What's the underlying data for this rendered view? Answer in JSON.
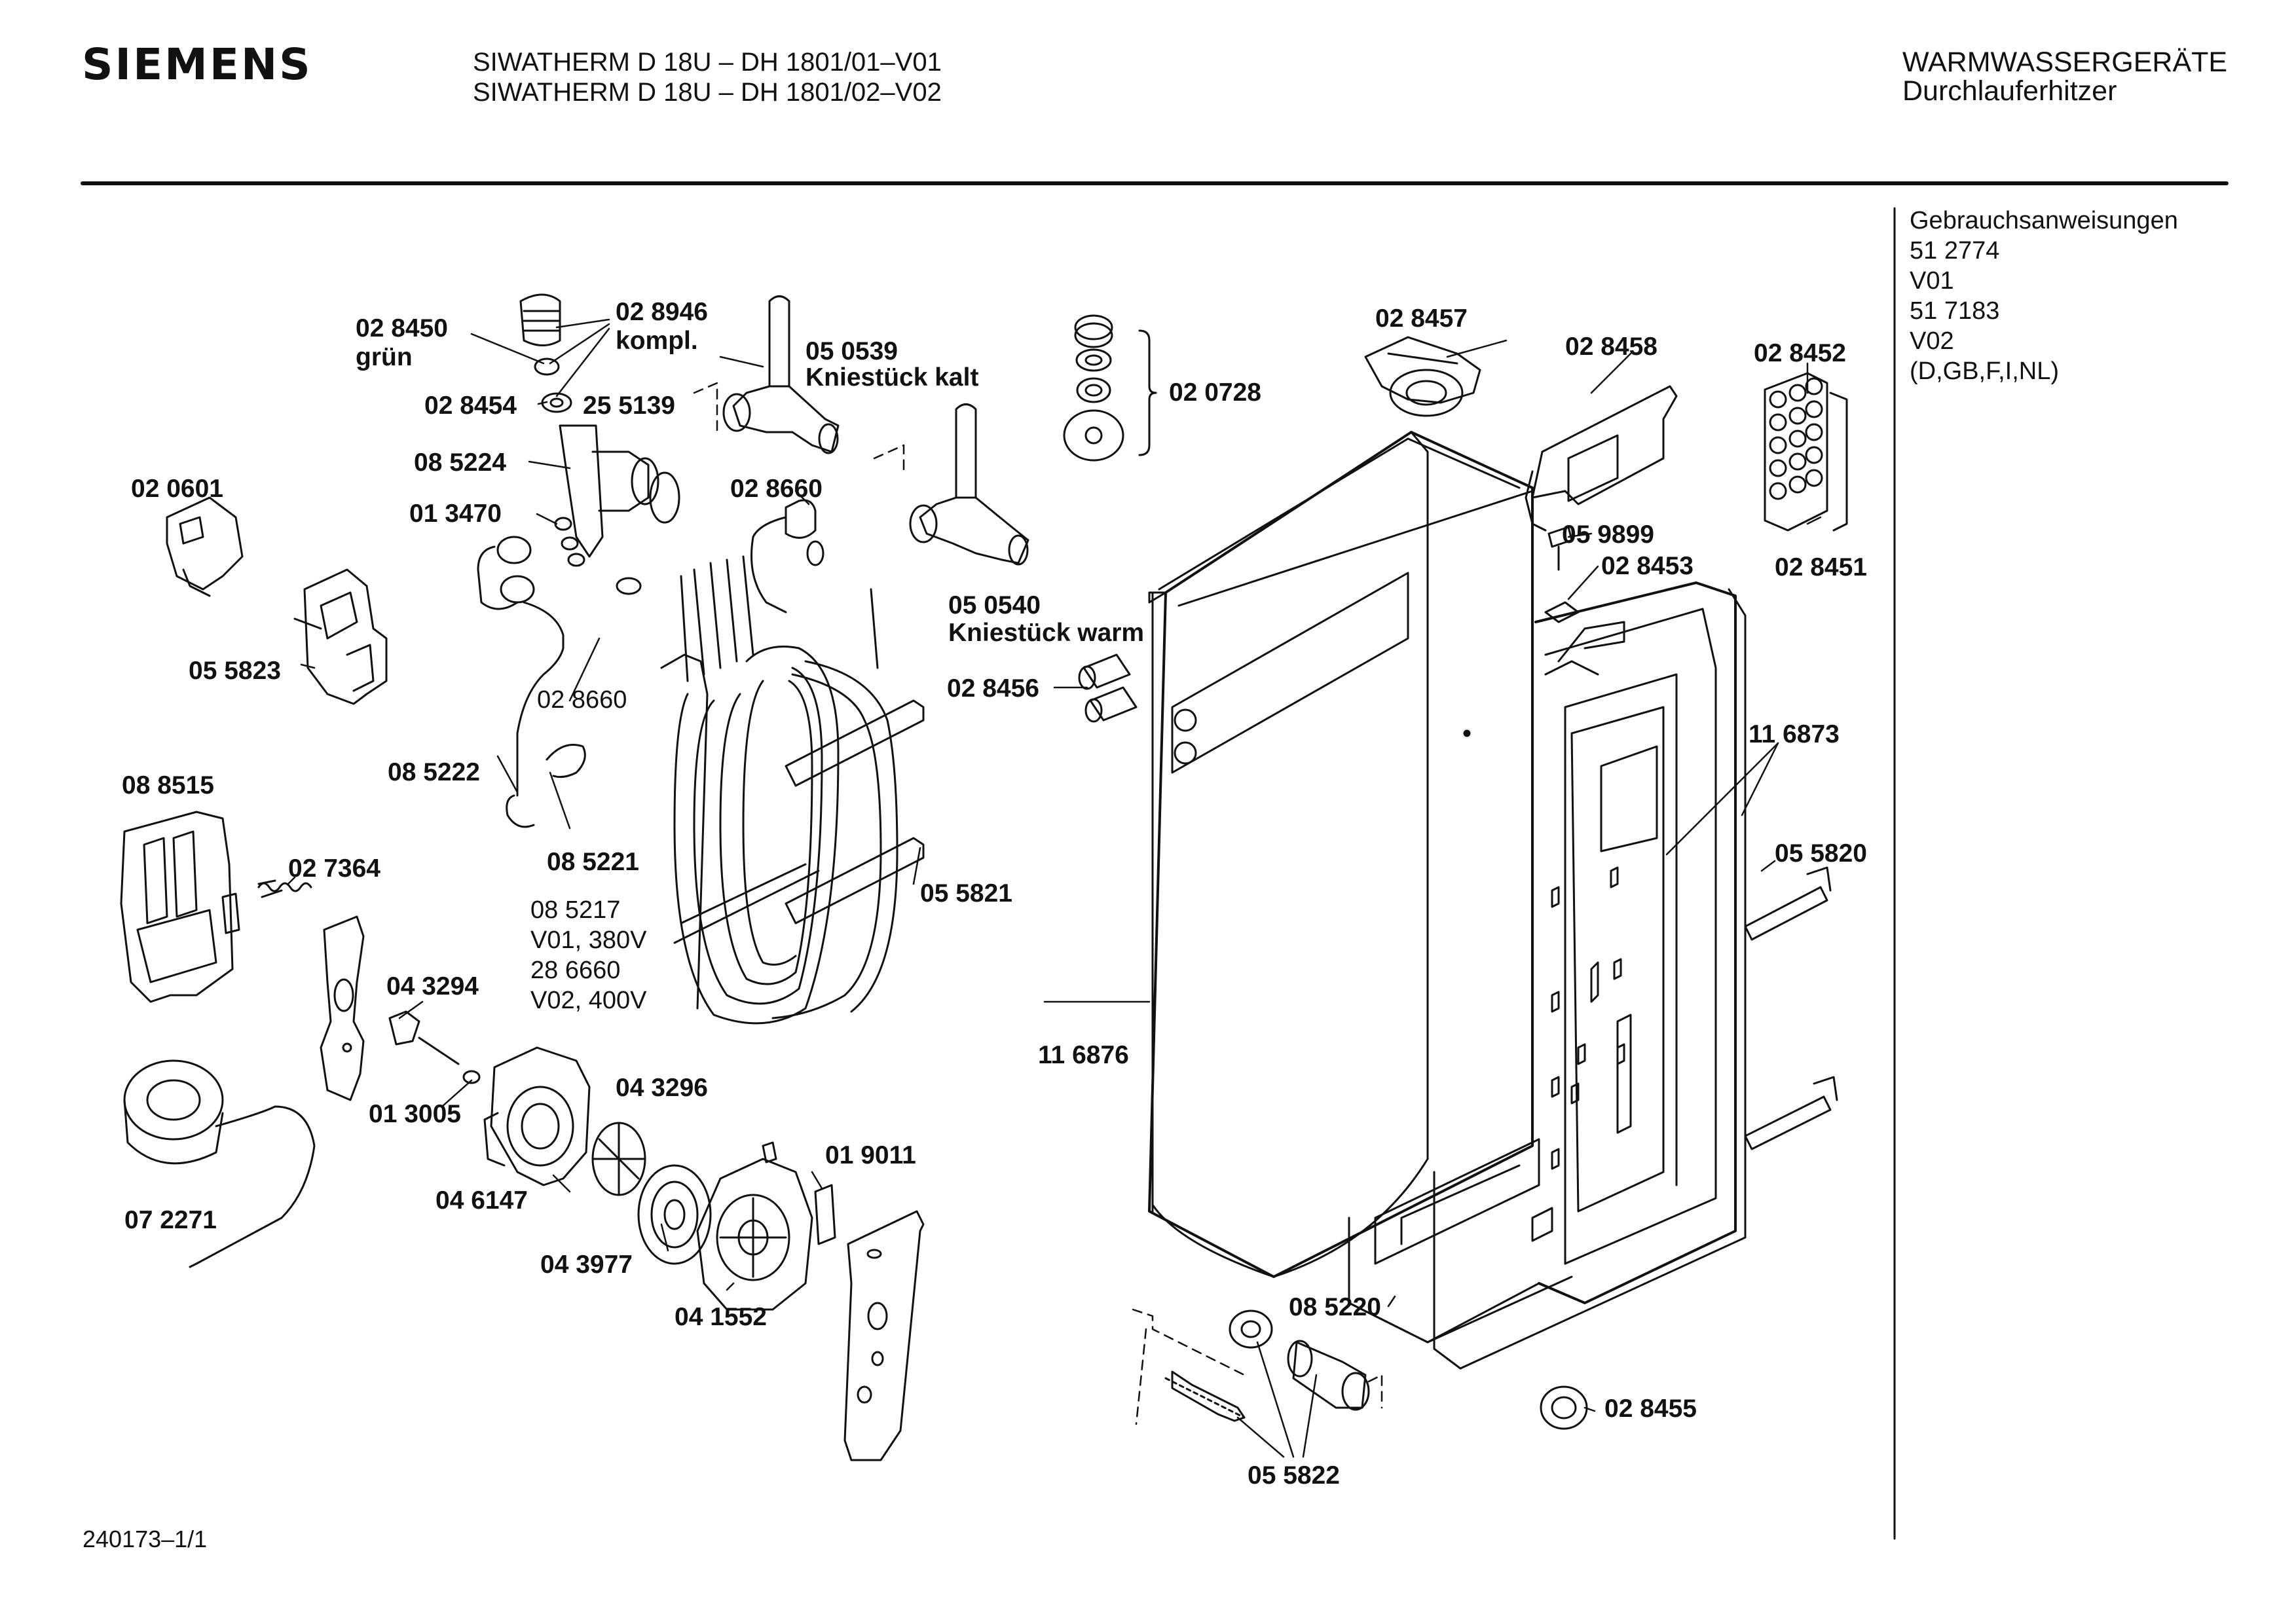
{
  "header": {
    "brand": "SIEMENS",
    "models": [
      "SIWATHERM D 18U – DH 1801/01–V01",
      "SIWATHERM D 18U – DH 1801/02–V02"
    ],
    "category": "WARMWASSERGERÄTE",
    "subcategory": "Durchlauferhitzer"
  },
  "side_panel": {
    "lines": [
      "Gebrauchsanweisungen",
      "51 2774",
      "V01",
      "51 7183",
      "V02",
      "(D,GB,F,I,NL)"
    ]
  },
  "footer": {
    "code": "240173–1/1"
  },
  "labels": {
    "p028450": "02 8450",
    "p028450_note": "grün",
    "p028946": "02 8946",
    "p028946_note": "kompl.",
    "p028454": "02 8454",
    "p255139": "25 5139",
    "p050539": "05 0539",
    "p050539_note": "Kniestück kalt",
    "p020728": "02 0728",
    "p028457": "02 8457",
    "p028458": "02 8458",
    "p028452": "02 8452",
    "p085224": "08 5224",
    "p020601": "02 0601",
    "p013470": "01 3470",
    "p028660a": "02 8660",
    "p059899": "05 9899",
    "p028453": "02 8453",
    "p028451": "02 8451",
    "p050540": "05 0540",
    "p050540_note": "Kniestück warm",
    "p055823": "05 5823",
    "p028660b": "02 8660",
    "p028456": "02 8456",
    "p116873": "11 6873",
    "p085222": "08 5222",
    "p088515": "08 8515",
    "p085221": "08 5221",
    "p055821": "05 5821",
    "p055820": "05 5820",
    "p027364": "02 7364",
    "heater_lines": [
      "08 5217",
      "V01, 380V",
      "28 6660",
      "V02, 400V"
    ],
    "p043294": "04 3294",
    "p116876": "11 6876",
    "p043296": "04 3296",
    "p013005": "01 3005",
    "p046147": "04 6147",
    "p072271": "07 2271",
    "p019011": "01 9011",
    "p043977": "04 3977",
    "p041552": "04 1552",
    "p085220": "08 5220",
    "p028455": "02 8455",
    "p055822": "05 5822"
  }
}
